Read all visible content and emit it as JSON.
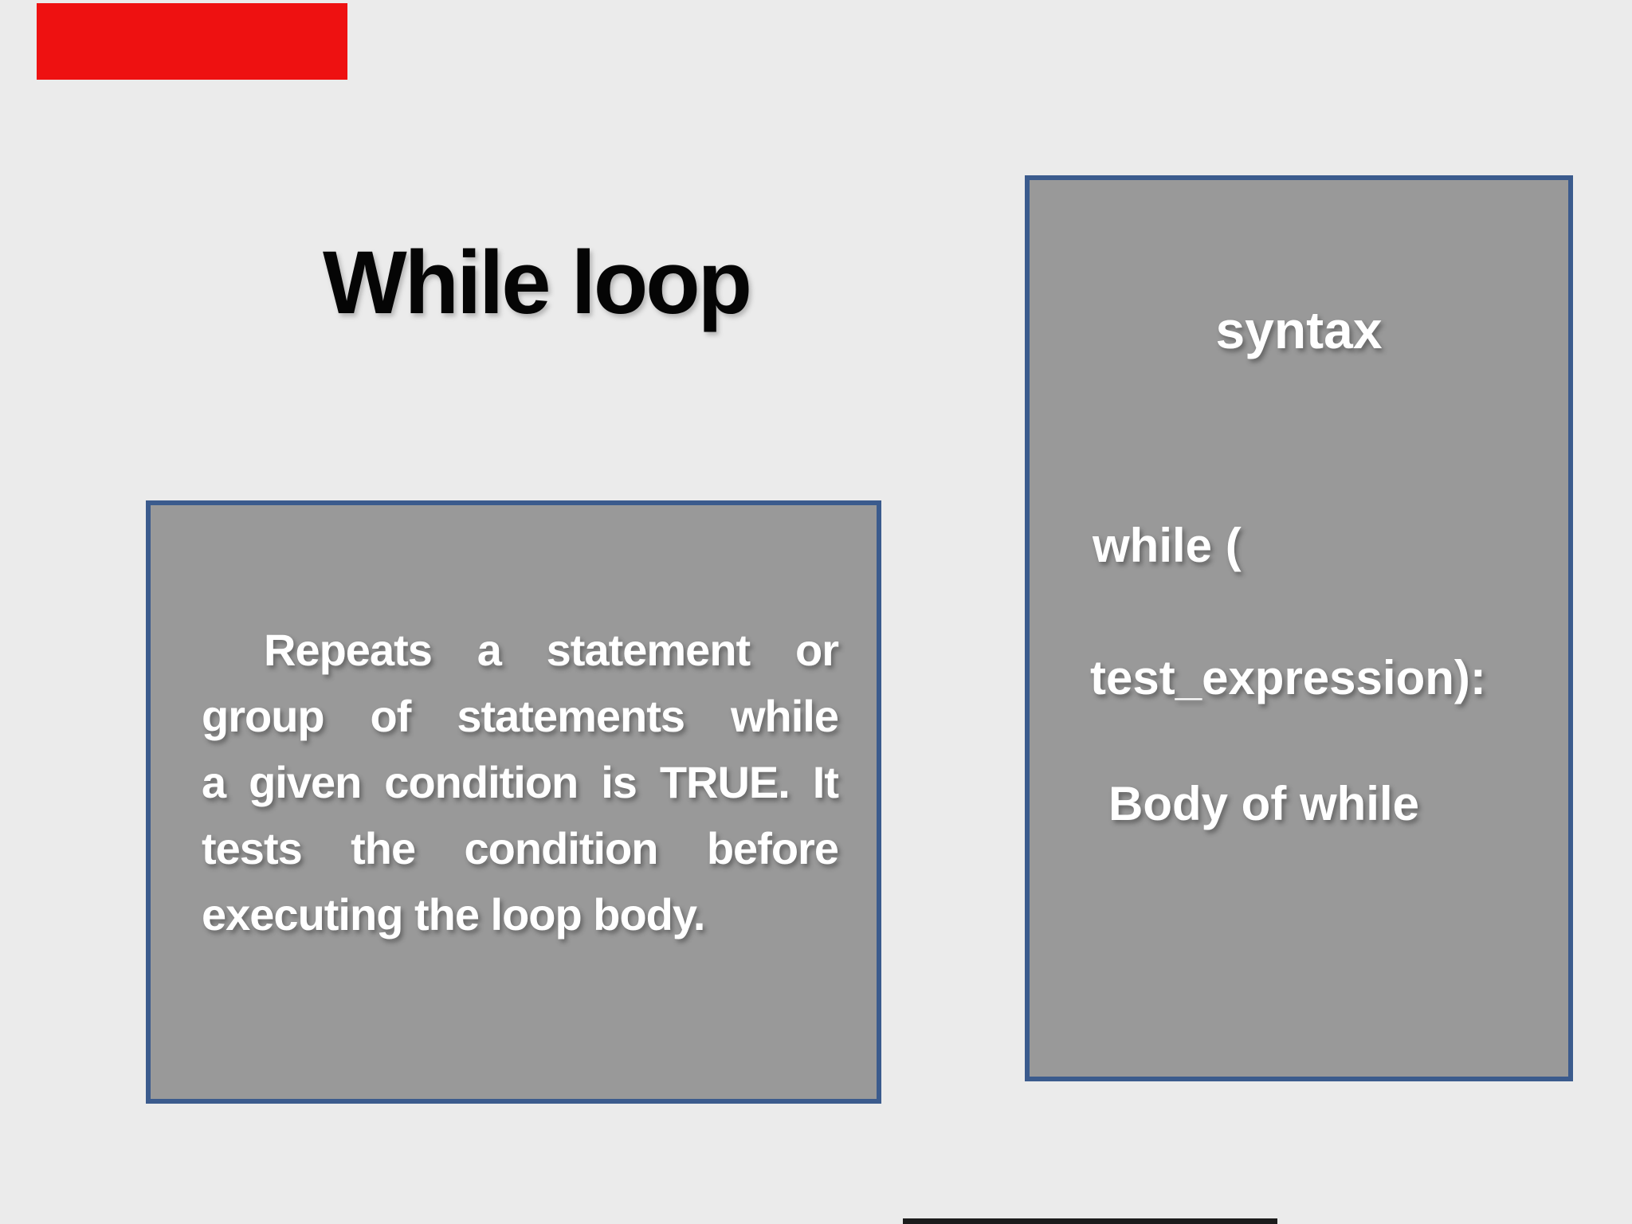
{
  "slide": {
    "title": "While loop",
    "description_box": {
      "lines": [
        "Repeats a statement or",
        "group of statements while",
        "a given condition is TRUE. It",
        "tests the condition before",
        "executing the loop body."
      ]
    },
    "syntax_box": {
      "heading": "syntax",
      "lines": [
        "while (",
        "test_expression):",
        "Body of while"
      ]
    },
    "colors": {
      "background": "#ebebeb",
      "box_fill": "#999999",
      "box_border": "#3b5b8d",
      "box_text": "#ffffff",
      "title_text": "#050505",
      "red_bar": "#ee1111",
      "bottom_strip": "#1c1c1c"
    }
  }
}
